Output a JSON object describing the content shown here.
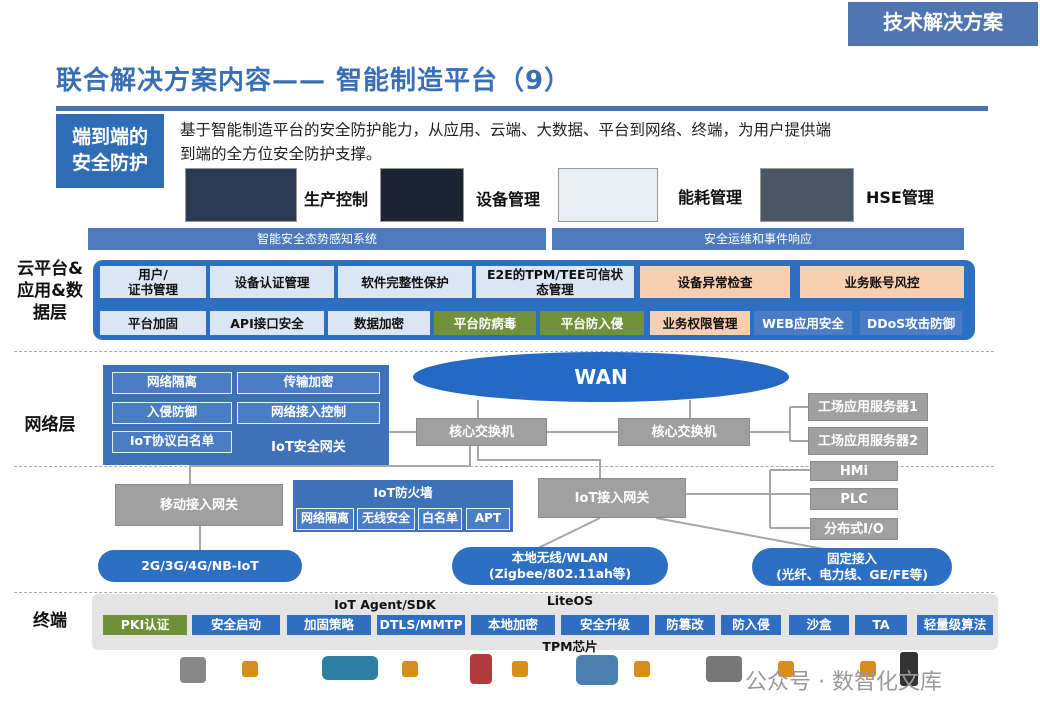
{
  "header": {
    "tag": "技术解决方案",
    "title": "联合解决方案内容—— 智能制造平台（9）"
  },
  "intro": {
    "box_line1": "端到端的",
    "box_line2": "安全防护",
    "text_line1": "基于智能制造平台的安全防护能力，从应用、云端、大数据、平台到网络、终端，为用户提供端",
    "text_line2": "到端的全方位安全防护支撑。"
  },
  "apps": [
    "生产控制",
    "设备管理",
    "能耗管理",
    "HSE管理"
  ],
  "systems": {
    "left": "智能安全态势感知系统",
    "right": "安全运维和事件响应"
  },
  "layers": {
    "cloud_line1": "云平台&",
    "cloud_line2": "应用&数",
    "cloud_line3": "据层",
    "network": "网络层",
    "terminal": "终端"
  },
  "cloud_row1": {
    "c1_line1": "用户/",
    "c1_line2": "证书管理",
    "c2": "设备认证管理",
    "c3": "软件完整性保护",
    "c4_line1": "E2E的TPM/TEE可信状",
    "c4_line2": "态管理",
    "c5": "设备异常检查",
    "c6": "业务账号风控"
  },
  "cloud_row2": [
    "平台加固",
    "API接口安全",
    "数据加密",
    "平台防病毒",
    "平台防入侵",
    "业务权限管理",
    "WEB应用安全",
    "DDoS攻击防御"
  ],
  "network": {
    "gateway_cells": [
      "网络隔离",
      "传输加密",
      "入侵防御",
      "网络接入控制",
      "IoT协议白名单"
    ],
    "gateway_title": "IoT安全网关",
    "wan": "WAN",
    "core_switch_1": "核心交换机",
    "core_switch_2": "核心交换机",
    "server_1": "工场应用服务器1",
    "server_2": "工场应用服务器2",
    "hmi": "HMi",
    "plc": "PLC",
    "dio": "分布式I/O",
    "mobile_gateway": "移动接入网关",
    "firewall_title": "IoT防火墙",
    "firewall_cells": [
      "网络隔离",
      "无线安全",
      "白名单",
      "APT"
    ],
    "iot_gateway": "IoT接入网关",
    "cloud_2g": "2G/3G/4G/NB-IoT",
    "cloud_wlan_line1": "本地无线/WLAN",
    "cloud_wlan_line2": "(Zigbee/802.11ah等)",
    "cloud_fixed_line1": "固定接入",
    "cloud_fixed_line2": "(光纤、电力线、GE/FE等)"
  },
  "terminal": {
    "agent": "IoT Agent/SDK",
    "liteos": "LiteOS",
    "tpm": "TPM芯片",
    "cells": [
      "PKI认证",
      "安全启动",
      "加固策略",
      "DTLS/MMTP",
      "本地加密",
      "安全升级",
      "防篡改",
      "防入侵",
      "沙盒",
      "TA",
      "轻量级算法"
    ]
  },
  "watermark": "公众号 · 数智化文库"
}
